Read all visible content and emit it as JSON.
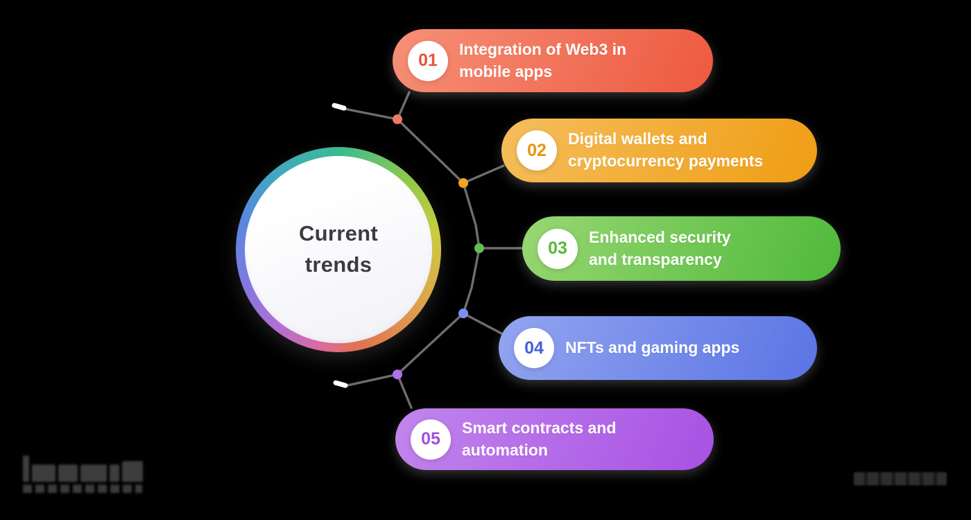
{
  "canvas": {
    "background": "#000000"
  },
  "center_circle": {
    "title": "Current trends",
    "text_color": "#3B3B42",
    "ring_colors": [
      "#3ABB90",
      "#90C94A",
      "#C9CC3F",
      "#DCAB49",
      "#DF8B50",
      "#E2734F",
      "#D96BA4",
      "#B16FD2",
      "#7D7AE2",
      "#5B87DD",
      "#40A9BF"
    ]
  },
  "connectors": {
    "line_color": "#6E6E6E",
    "tick_color": "#FFFFFF"
  },
  "trends": [
    {
      "number": "01",
      "label": "Integration of Web3 in mobile apps",
      "gradient_start": "#F69077",
      "gradient_end": "#ED5940",
      "number_color": "#E8543C",
      "dot_color": "#F0786A"
    },
    {
      "number": "02",
      "label": "Digital wallets and cryptocurrency payments",
      "gradient_start": "#F5BE5C",
      "gradient_end": "#EF9D13",
      "number_color": "#EA9410",
      "dot_color": "#F2A320"
    },
    {
      "number": "03",
      "label": "Enhanced security and transparency",
      "gradient_start": "#98D773",
      "gradient_end": "#4FB93A",
      "number_color": "#55B83A",
      "dot_color": "#64BD55"
    },
    {
      "number": "04",
      "label": "NFTs and gaming apps",
      "gradient_start": "#93A5F0",
      "gradient_end": "#5A74E4",
      "number_color": "#4560D8",
      "dot_color": "#7E8EF0"
    },
    {
      "number": "05",
      "label": "Smart contracts and automation",
      "gradient_start": "#C186EC",
      "gradient_end": "#A851E4",
      "number_color": "#A24FE0",
      "dot_color": "#B070EA"
    }
  ],
  "watermarks": {
    "left_logo": "dark-wordmark-logo",
    "right_text": "dark-wordmark"
  }
}
